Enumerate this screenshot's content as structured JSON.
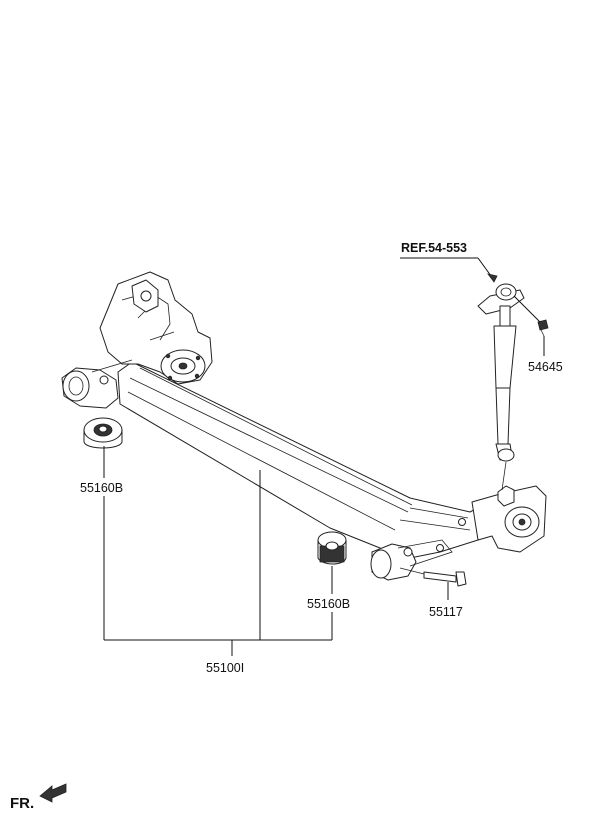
{
  "labels": {
    "ref": "REF.54-553",
    "bushing_left": "55160B",
    "bushing_right": "55160B",
    "assembly": "55100I",
    "bolt_shock": "54645",
    "bolt_arm": "55117",
    "front": "FR."
  },
  "icons": {
    "front_arrow": "arrow-left-icon"
  }
}
